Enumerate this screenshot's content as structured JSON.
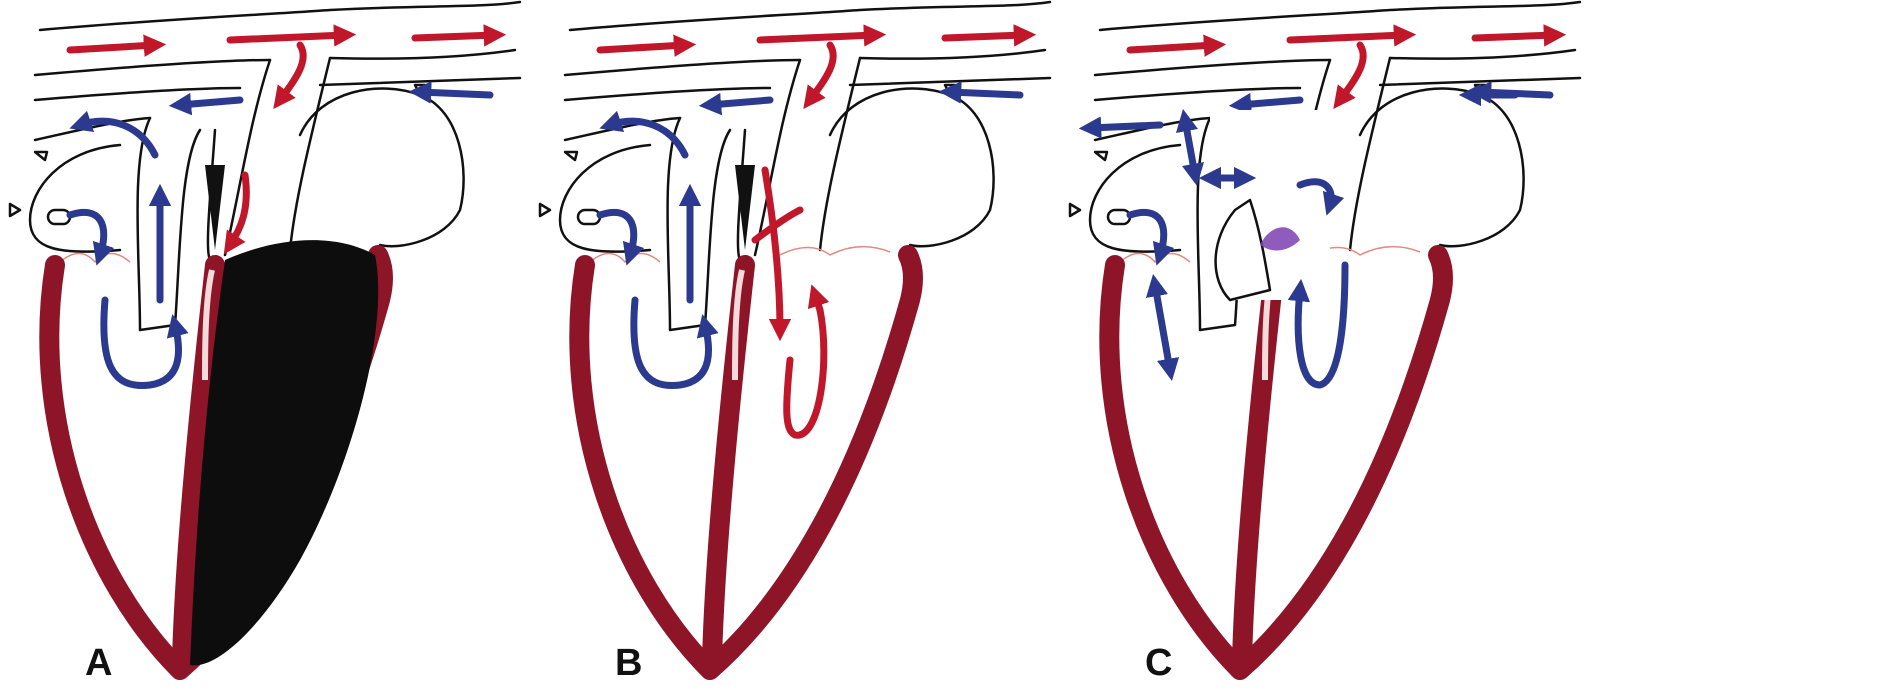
{
  "panels": [
    {
      "label": "A"
    },
    {
      "label": "B"
    },
    {
      "label": "C"
    }
  ],
  "colors": {
    "wall": "#8e1528",
    "oxygenated": "#c0172b",
    "deoxygenated": "#2b3a8f",
    "obstruction": "#7b3fb0"
  }
}
